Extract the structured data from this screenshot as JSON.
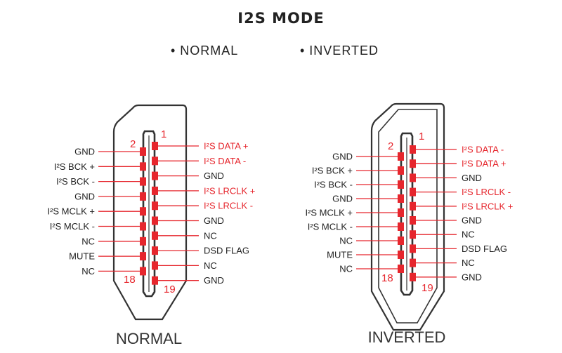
{
  "title": "I2S MODE",
  "legend": {
    "normal": "• NORMAL",
    "inverted": "• INVERTED"
  },
  "connectors": [
    {
      "caption": "NORMAL",
      "left_pins": [
        "GND",
        "I²S BCK +",
        "I²S BCK -",
        "GND",
        "I²S MCLK +",
        "I²S MCLK -",
        "NC",
        "MUTE",
        "NC"
      ],
      "left_red": [
        false,
        false,
        false,
        false,
        false,
        false,
        false,
        false,
        false
      ],
      "right_pins": [
        "I²S DATA +",
        "I²S DATA -",
        "GND",
        "I²S LRCLK +",
        "I²S LRCLK -",
        "GND",
        "NC",
        "DSD FLAG",
        "NC",
        "GND"
      ],
      "right_red": [
        true,
        true,
        false,
        true,
        true,
        false,
        false,
        false,
        false,
        false
      ],
      "pin_numbers": {
        "top_left": "2",
        "top_right": "1",
        "bottom_left": "18",
        "bottom_right": "19"
      }
    },
    {
      "caption": "INVERTED",
      "left_pins": [
        "GND",
        "I²S BCK +",
        "I²S BCK -",
        "GND",
        "I²S MCLK +",
        "I²S MCLK -",
        "NC",
        "MUTE",
        "NC"
      ],
      "left_red": [
        false,
        false,
        false,
        false,
        false,
        false,
        false,
        false,
        false
      ],
      "right_pins": [
        "I²S DATA -",
        "I²S DATA +",
        "GND",
        "I²S LRCLK -",
        "I²S LRCLK +",
        "GND",
        "NC",
        "DSD FLAG",
        "NC",
        "GND"
      ],
      "right_red": [
        true,
        true,
        false,
        true,
        true,
        false,
        false,
        false,
        false,
        false
      ],
      "pin_numbers": {
        "top_left": "2",
        "top_right": "1",
        "bottom_left": "18",
        "bottom_right": "19"
      }
    }
  ],
  "colors": {
    "accent": "#e6262d",
    "text": "#222222",
    "outline": "#333333"
  }
}
